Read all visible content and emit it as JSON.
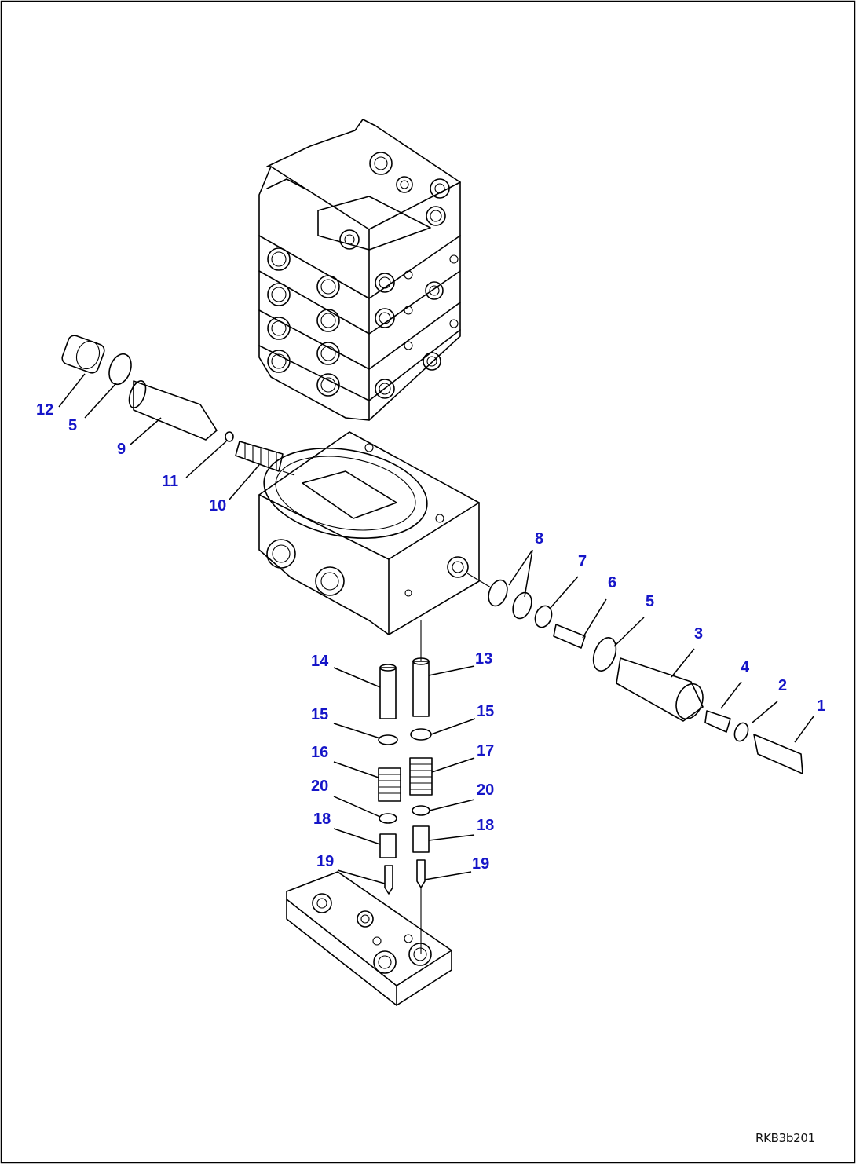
{
  "diagram": {
    "callouts": [
      {
        "id": "c12",
        "text": "12"
      },
      {
        "id": "c5a",
        "text": "5"
      },
      {
        "id": "c9",
        "text": "9"
      },
      {
        "id": "c11",
        "text": "11"
      },
      {
        "id": "c10",
        "text": "10"
      },
      {
        "id": "c8",
        "text": "8"
      },
      {
        "id": "c7",
        "text": "7"
      },
      {
        "id": "c6",
        "text": "6"
      },
      {
        "id": "c5b",
        "text": "5"
      },
      {
        "id": "c3",
        "text": "3"
      },
      {
        "id": "c4",
        "text": "4"
      },
      {
        "id": "c2",
        "text": "2"
      },
      {
        "id": "c1",
        "text": "1"
      },
      {
        "id": "c14",
        "text": "14"
      },
      {
        "id": "c13",
        "text": "13"
      },
      {
        "id": "c15a",
        "text": "15"
      },
      {
        "id": "c15b",
        "text": "15"
      },
      {
        "id": "c16",
        "text": "16"
      },
      {
        "id": "c17",
        "text": "17"
      },
      {
        "id": "c20a",
        "text": "20"
      },
      {
        "id": "c20b",
        "text": "20"
      },
      {
        "id": "c18a",
        "text": "18"
      },
      {
        "id": "c18b",
        "text": "18"
      },
      {
        "id": "c19a",
        "text": "19"
      },
      {
        "id": "c19b",
        "text": "19"
      }
    ],
    "figure_id": "RKB3b201"
  },
  "colors": {
    "callout": "#1515c8",
    "line": "#000000",
    "frame": "#000000"
  }
}
